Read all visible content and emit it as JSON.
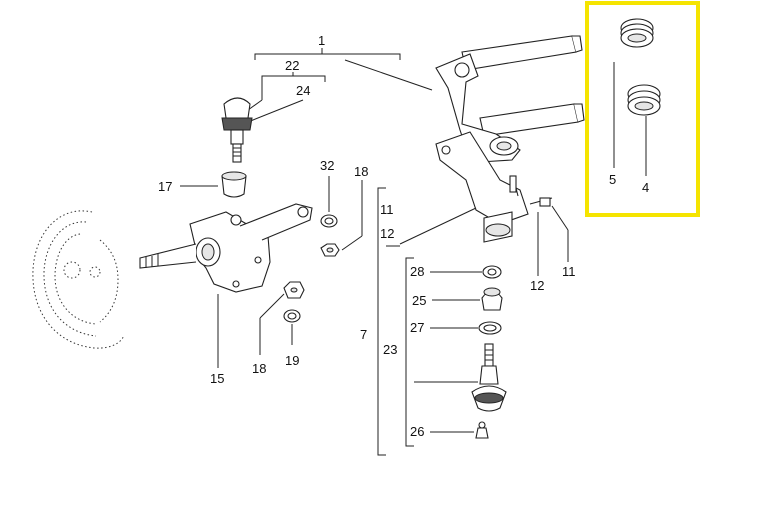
{
  "highlight_color": "#f5e400",
  "labels": {
    "n1": "1",
    "n22": "22",
    "n24": "24",
    "n17": "17",
    "n32": "32",
    "n18a": "18",
    "n11a": "11",
    "n12a": "12",
    "n5": "5",
    "n4": "4",
    "n12b": "12",
    "n11b": "11",
    "n28": "28",
    "n25": "25",
    "n27": "27",
    "n7": "7",
    "n23": "23",
    "n26": "26",
    "n15": "15",
    "n18b": "18",
    "n19": "19"
  }
}
